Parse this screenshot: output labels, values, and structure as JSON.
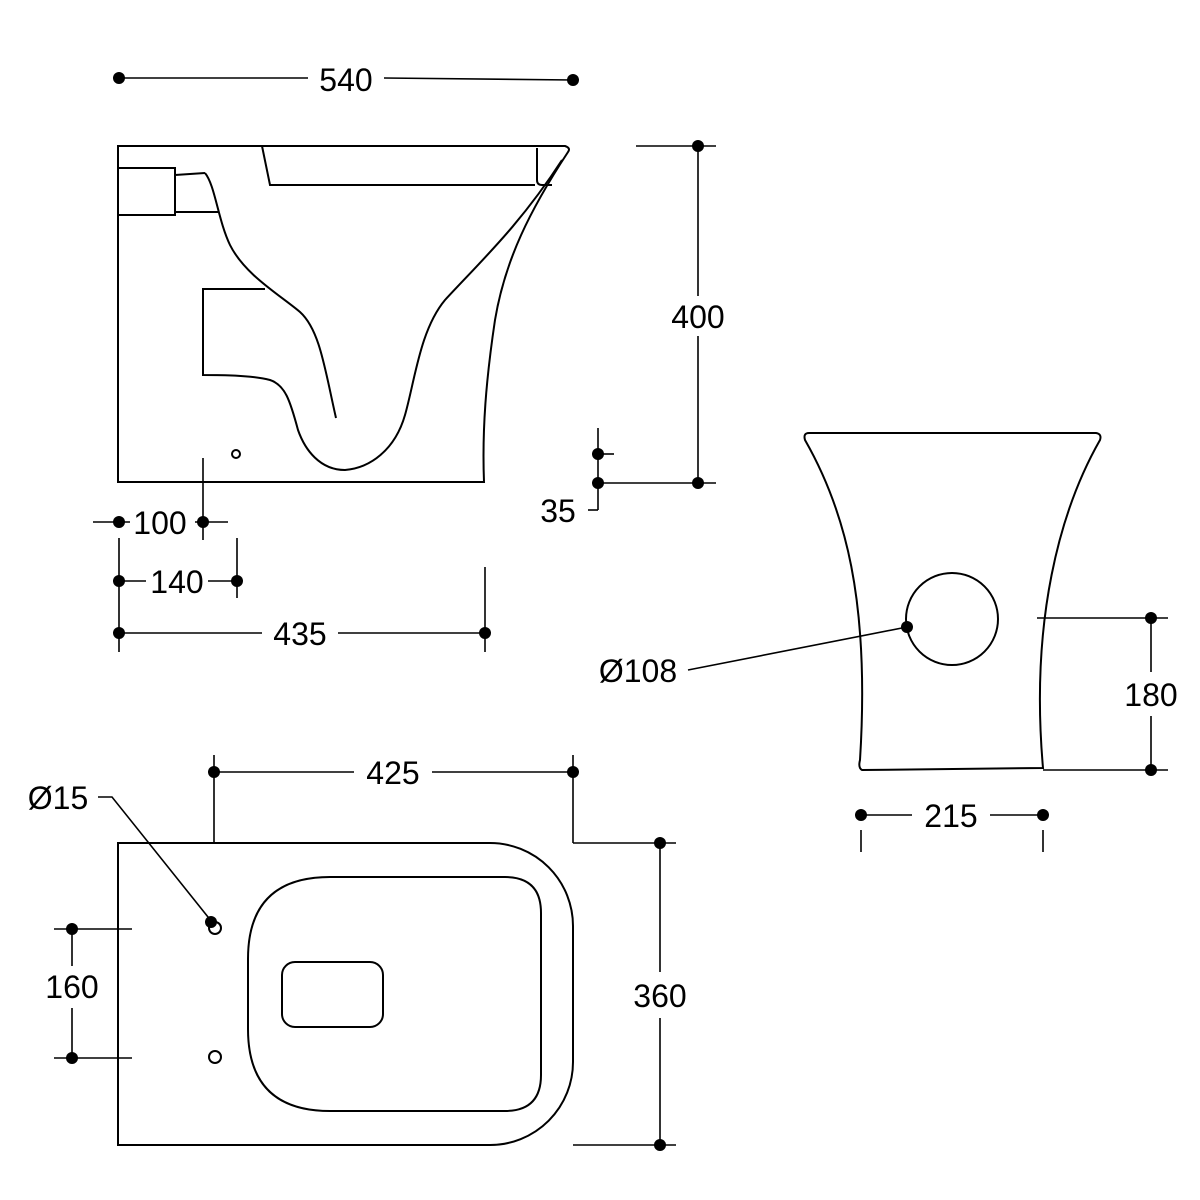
{
  "colors": {
    "line": "#000000",
    "background": "#ffffff"
  },
  "side_view": {
    "width": "540",
    "height": "400",
    "floor_offset": "35",
    "outlet_100": "100",
    "outlet_140": "140",
    "depth": "435"
  },
  "back_view": {
    "outlet_diameter": "Ø108",
    "outlet_height": "180",
    "base_width": "215"
  },
  "top_view": {
    "fixing_span": "425",
    "fixing_hole": "Ø15",
    "hole_spacing": "160",
    "width": "360"
  }
}
